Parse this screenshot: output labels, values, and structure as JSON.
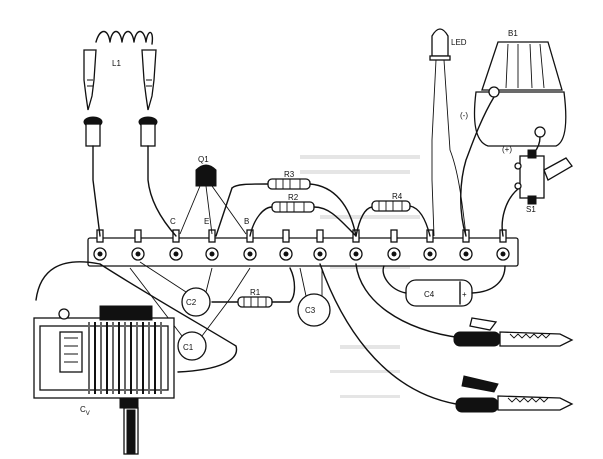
{
  "labels": {
    "l1": "L1",
    "led": "LED",
    "b1": "B1",
    "q1": "Q1",
    "r3": "R3",
    "r2": "R2",
    "r4": "R4",
    "r1": "R1",
    "s1": "S1",
    "c_pin": "C",
    "e_pin": "E",
    "b_pin": "B",
    "c1": "C1",
    "c2": "C2",
    "c3": "C3",
    "c4": "C4",
    "cv": "C",
    "cv_sub": "V",
    "neg": "(-)",
    "pos": "(+)",
    "c4_pol": "+"
  },
  "colors": {
    "ink": "#111111",
    "paper": "#ffffff",
    "ghost": "#bdbdbd"
  }
}
